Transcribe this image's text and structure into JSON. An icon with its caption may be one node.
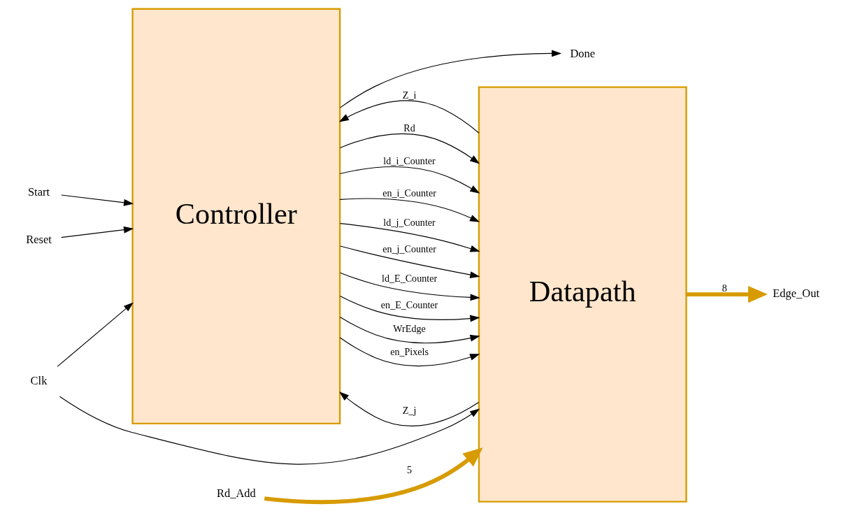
{
  "diagram": {
    "nodes": [
      {
        "text": [
          "Controller"
        ]
      },
      {
        "text": [
          "Datapath"
        ]
      },
      {
        "text": [
          "Start"
        ]
      },
      {
        "text": [
          "Reset"
        ]
      },
      {
        "text": [
          "Clk"
        ]
      },
      {
        "text": [
          "Done"
        ]
      },
      {
        "text": [
          "Rd_Add"
        ]
      },
      {
        "text": [
          "Edge_Out"
        ]
      }
    ],
    "edges": [
      {
        "from": 2,
        "to": 0,
        "arrow": "to"
      },
      {
        "from": 3,
        "to": 0,
        "arrow": "to"
      },
      {
        "from": 4,
        "to": 0,
        "arrow": "to"
      },
      {
        "from": 4,
        "to": 1,
        "arrow": "to"
      },
      {
        "from": 1,
        "to": 0,
        "label": "Z_j",
        "arrow": "to"
      },
      {
        "from": 1,
        "to": 0,
        "label": "Z_i",
        "arrow": "to"
      },
      {
        "from": 0,
        "to": 1,
        "label": "Rd",
        "arrow": "to"
      },
      {
        "from": 0,
        "to": 1,
        "label": "ld_i_Counter",
        "arrow": "to"
      },
      {
        "from": 0,
        "to": 1,
        "label": "en_i_Counter",
        "arrow": "to"
      },
      {
        "from": 0,
        "to": 1,
        "label": "ld_j_Counter",
        "arrow": "to"
      },
      {
        "from": 0,
        "to": 1,
        "label": "en_j_Counter",
        "arrow": "to"
      },
      {
        "from": 0,
        "to": 1,
        "label": "ld_E_Counter",
        "arrow": "to"
      },
      {
        "from": 0,
        "to": 1,
        "label": "en_E_Counter",
        "arrow": "to"
      },
      {
        "from": 0,
        "to": 1,
        "label": "WrEdge",
        "arrow": "to"
      },
      {
        "from": 0,
        "to": 1,
        "label": "en_Pixels",
        "arrow": "to"
      },
      {
        "from": 0,
        "to": 5,
        "arrow": "to"
      },
      {
        "from": 6,
        "to": 1,
        "label": "5",
        "arrow": "to",
        "style": "thick",
        "color": "#d79b00"
      },
      {
        "from": 1,
        "to": 7,
        "label": "8",
        "arrow": "to",
        "style": "thick",
        "color": "#d79b00"
      }
    ]
  }
}
